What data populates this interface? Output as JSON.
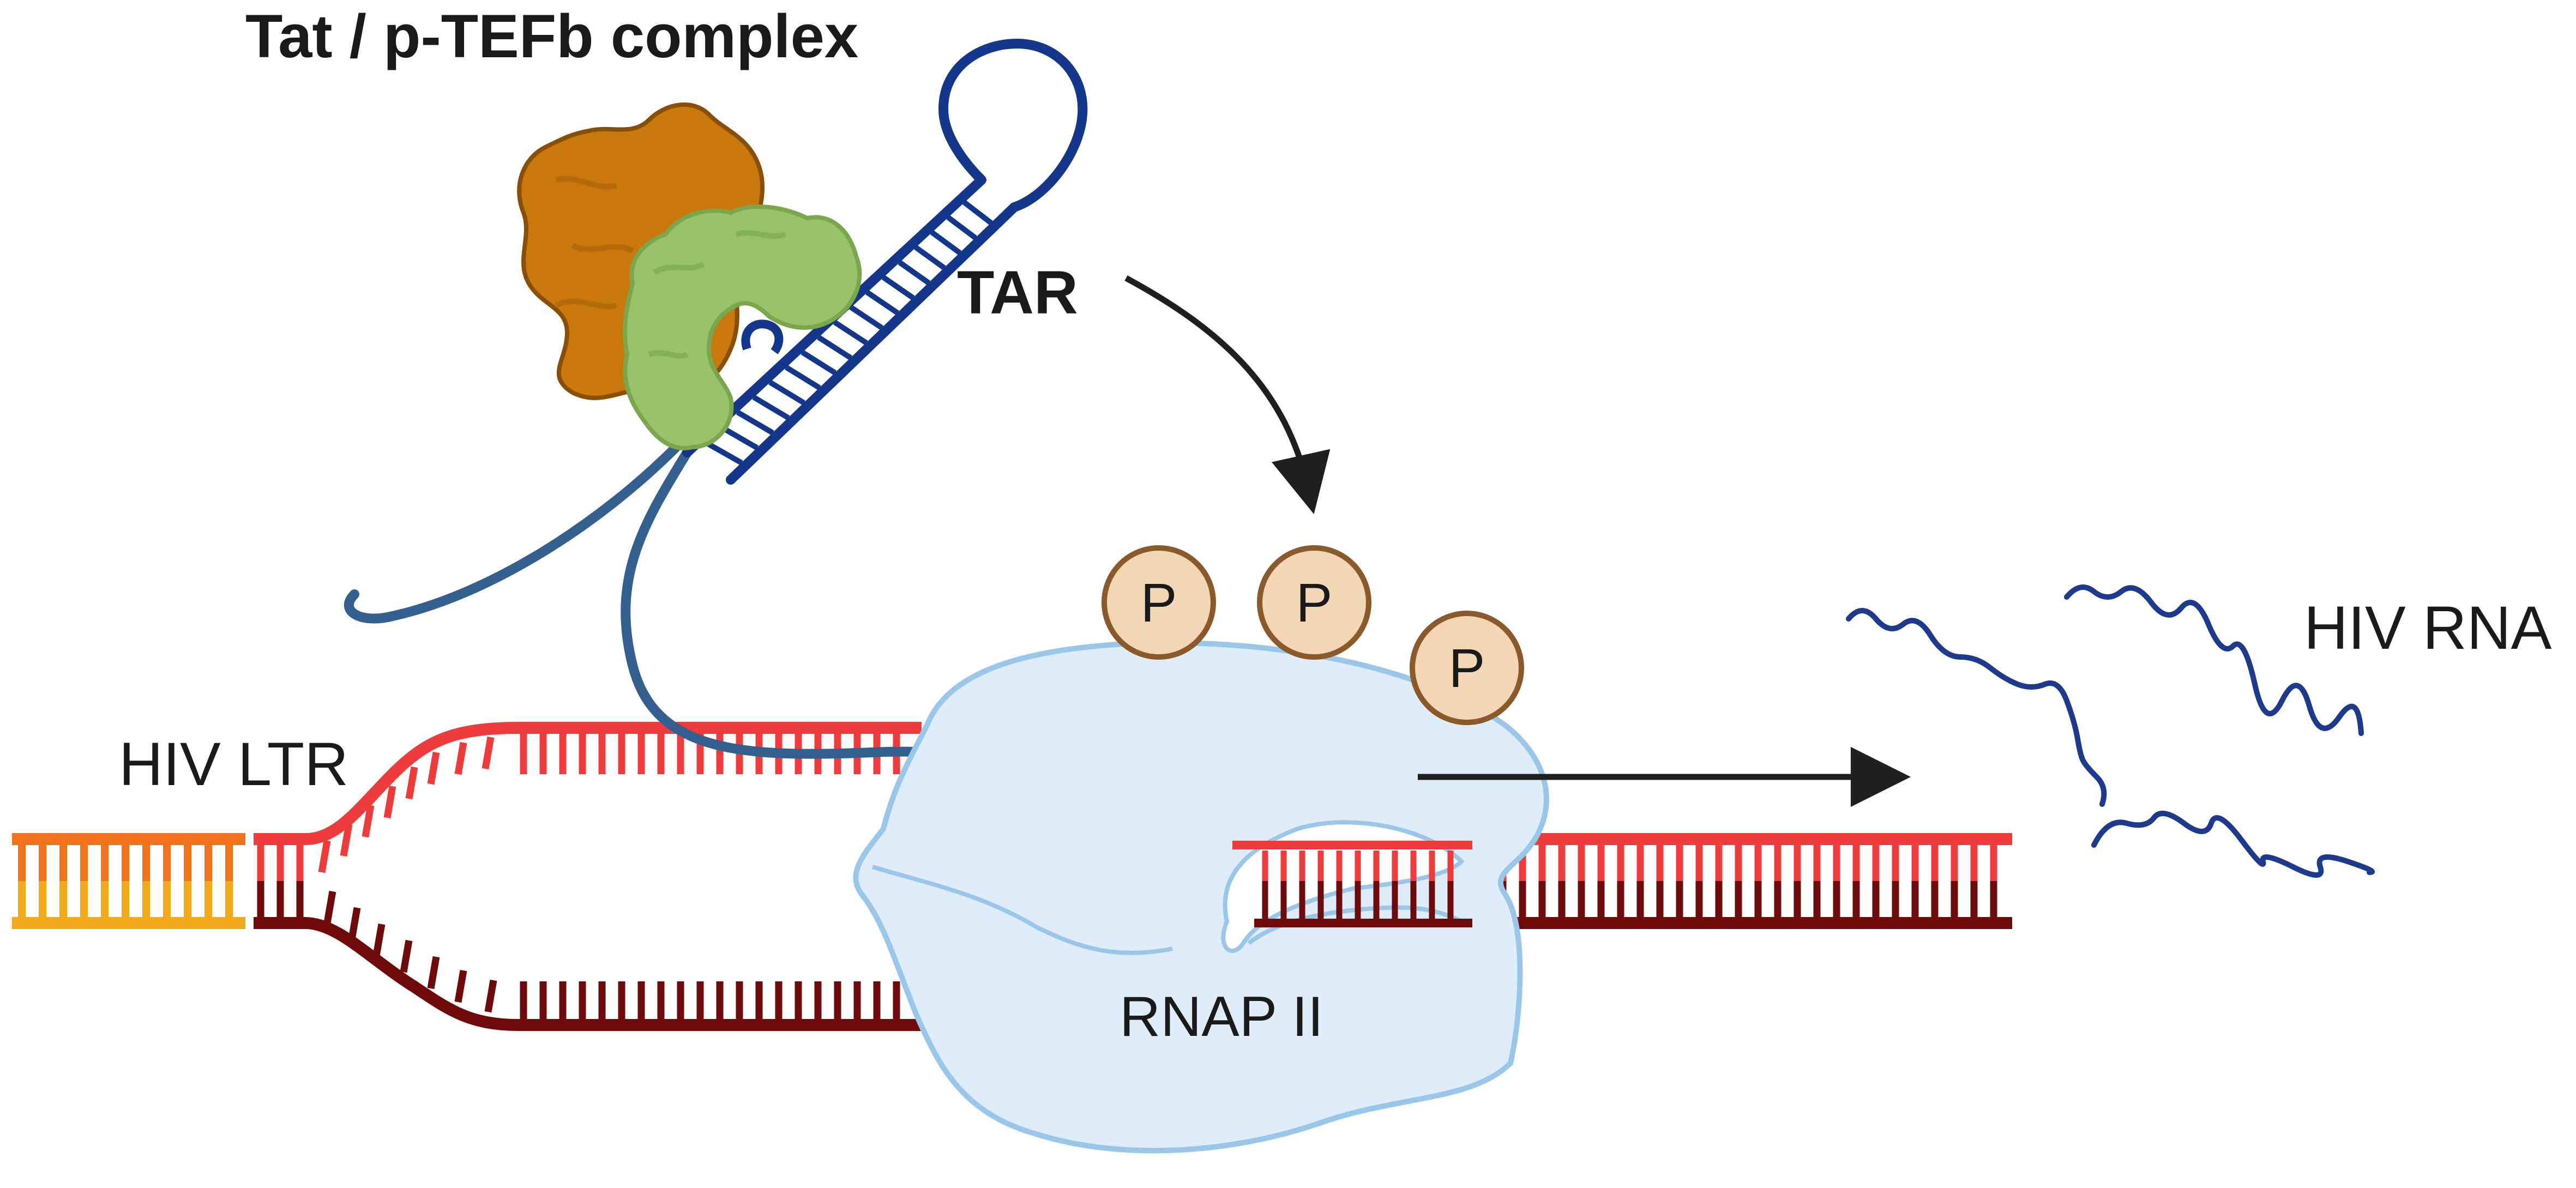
{
  "labels": {
    "complex": "Tat / p-TEFb complex",
    "tar": "TAR",
    "ltr": "HIV LTR",
    "rnap": "RNAP II",
    "rna": "HIV RNA",
    "phospho": "P"
  },
  "colors": {
    "dna_top": "#ee3b3b",
    "dna_bottom": "#6e0a0a",
    "ltr_top": "#f2731c",
    "ltr_bottom": "#f2a91c",
    "tar_stem": "#14378c",
    "rna_strand": "#33608f",
    "rnap_fill": "#deedf9",
    "rnap_stroke": "#9ac6ea",
    "tat": "#98c26a",
    "ptefb": "#c9790c",
    "phospho_fill": "#f2d6b5",
    "phospho_stroke": "#8b5a2b",
    "arrow": "#1f1f1f",
    "hiv_rna": "#1d3a8c"
  },
  "icons": [
    "tat-protein-icon",
    "ptefb-protein-icon",
    "tar-hairpin-icon",
    "rnap-ii-icon",
    "phosphate-icon",
    "hiv-rna-strand-icon"
  ]
}
